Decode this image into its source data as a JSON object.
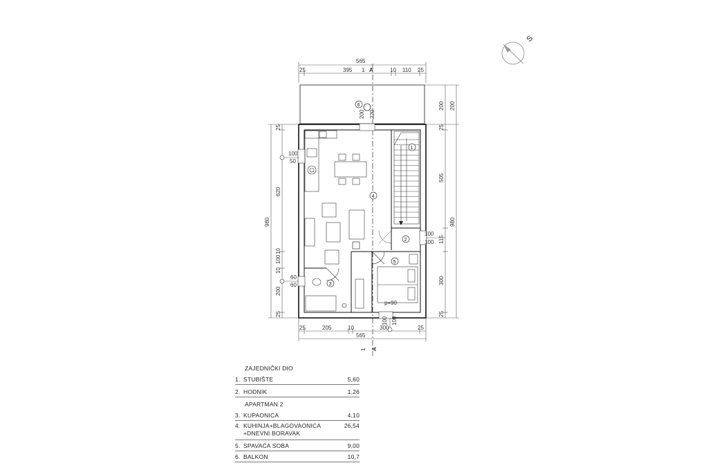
{
  "compass": {
    "label": "S"
  },
  "dims": {
    "top_total": "565",
    "top_parts": [
      "25",
      "395",
      "10",
      "110",
      "25"
    ],
    "section_mark": "1",
    "section_letter": "A",
    "bottom_parts": [
      "25",
      "205",
      "10",
      "300",
      "25"
    ],
    "bottom_total": "565",
    "left_total": "980",
    "left_parts": [
      "25",
      "620",
      "10",
      "100",
      "10",
      "200",
      "25"
    ],
    "right_total": "980",
    "right_top": "200",
    "right_outer_top": "200",
    "right_parts": [
      "25",
      "505",
      "115",
      "300",
      "25"
    ],
    "win_left_top": "100",
    "win_left_bottom": "50",
    "win_left2_top": "60",
    "win_left2_bottom": "60",
    "win_right_top": "100",
    "win_right_bottom": "100",
    "balcony_door": [
      "200",
      "220"
    ],
    "bottom_window": [
      "100",
      "100"
    ],
    "door_p": "p=90"
  },
  "rooms": {
    "r1": "1",
    "r2": "2",
    "r3": "3",
    "r4": "4",
    "r5": "5",
    "r6": "6"
  },
  "legend": {
    "title_common": "ZAJEDNIČKI DIO",
    "title_apartment": "APARTMAN 2",
    "common": [
      {
        "num": "1.",
        "name": "STUBIŠTE",
        "area": "5,60"
      },
      {
        "num": "2.",
        "name": "HODNIK",
        "area": "1,26"
      }
    ],
    "apartment": [
      {
        "num": "3.",
        "name": "KUPAONICA",
        "area": "4,10"
      },
      {
        "num": "4.",
        "name": "KUHINJA+BLAGOVAONICA",
        "name2": "+DNEVNI BORAVAK",
        "area": "26,54"
      },
      {
        "num": "5.",
        "name": "SPAVAĆA SOBA",
        "area": "9,00"
      },
      {
        "num": "6.",
        "name": "BALKON",
        "area": "10,7"
      }
    ]
  }
}
